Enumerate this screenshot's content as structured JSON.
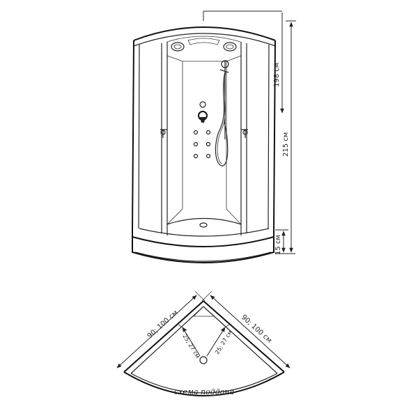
{
  "dimensions": {
    "top_height": "198 см",
    "total_height": "215 см",
    "tray_height": "15 см",
    "left_side": "90; 100 см",
    "right_side": "90; 100 см",
    "left_inner": "25; 27 см",
    "right_inner": "25; 27 см"
  },
  "tray_caption": "схема поддона",
  "colors": {
    "line": "#222222",
    "background": "#ffffff"
  }
}
